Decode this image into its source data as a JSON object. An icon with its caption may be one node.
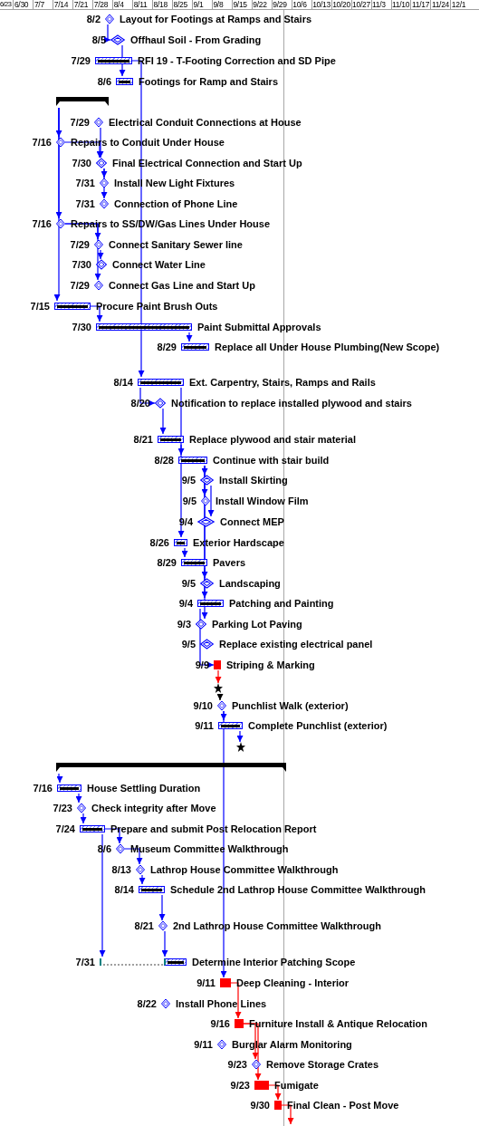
{
  "diagram": {
    "nodes": [
      {
        "text": [
          "Layout for Footings at Ramps and Stairs"
        ],
        "beside": [
          "8/2"
        ]
      },
      {
        "text": [
          "Offhaul Soil - From Grading"
        ],
        "beside": [
          "8/5"
        ]
      },
      {
        "text": [
          "RFI 19 - T-Footing Correction and SD Pipe"
        ],
        "beside": [
          "7/29"
        ]
      },
      {
        "text": [
          "Footings for Ramp and Stairs"
        ],
        "beside": [
          "8/6"
        ]
      },
      {
        "text": [],
        "shape": "bar"
      },
      {
        "text": [
          "Electrical Conduit Connections at House"
        ],
        "beside": [
          "7/29"
        ]
      },
      {
        "text": [
          "Repairs to Conduit Under House"
        ],
        "beside": [
          "7/16"
        ]
      },
      {
        "text": [
          "Final Electrical Connection and Start Up"
        ],
        "beside": [
          "7/30"
        ]
      },
      {
        "text": [
          "Install New Light Fixtures"
        ],
        "beside": [
          "7/31"
        ]
      },
      {
        "text": [
          "Connection of Phone Line"
        ],
        "beside": [
          "7/31"
        ]
      },
      {
        "text": [
          "Repairs to SS/DW/Gas Lines Under House"
        ],
        "beside": [
          "7/16"
        ]
      },
      {
        "text": [
          "Connect Sanitary Sewer line"
        ],
        "beside": [
          "7/29"
        ]
      },
      {
        "text": [
          "Connect Water Line"
        ],
        "beside": [
          "7/30"
        ]
      },
      {
        "text": [
          "Connect Gas Line and Start Up"
        ],
        "beside": [
          "7/29"
        ]
      },
      {
        "text": [
          "Procure Paint Brush Outs"
        ],
        "beside": [
          "7/15"
        ]
      },
      {
        "text": [
          "Paint Submittal Approvals"
        ],
        "beside": [
          "7/30"
        ]
      },
      {
        "text": [
          "Replace all Under House Plumbing(New Scope)"
        ],
        "beside": [
          "8/29"
        ]
      },
      {
        "text": [
          "Ext. Carpentry, Stairs, Ramps and Rails"
        ],
        "beside": [
          "8/14"
        ]
      },
      {
        "text": [
          "Notification to replace installed plywood and stairs"
        ],
        "beside": [
          "8/20"
        ]
      },
      {
        "text": [
          "Replace plywood and stair material"
        ],
        "beside": [
          "8/21"
        ]
      },
      {
        "text": [
          "Continue with stair build"
        ],
        "beside": [
          "8/28"
        ]
      },
      {
        "text": [
          "Install Skirting"
        ],
        "beside": [
          "9/5"
        ]
      },
      {
        "text": [
          "Install Window Film"
        ],
        "beside": [
          "9/5"
        ]
      },
      {
        "text": [
          "Connect MEP"
        ],
        "beside": [
          "9/4"
        ]
      },
      {
        "text": [
          "Exterior Hardscape"
        ],
        "beside": [
          "8/26"
        ]
      },
      {
        "text": [
          "Pavers"
        ],
        "beside": [
          "8/29"
        ]
      },
      {
        "text": [
          "Landscaping"
        ],
        "beside": [
          "9/5"
        ]
      },
      {
        "text": [
          "Patching and Painting"
        ],
        "beside": [
          "9/4"
        ]
      },
      {
        "text": [
          "Parking Lot Paving"
        ],
        "beside": [
          "9/3"
        ]
      },
      {
        "text": [
          "Replace existing electrical panel"
        ],
        "beside": [
          "9/5"
        ]
      },
      {
        "text": [
          "Striping & Marking"
        ],
        "beside": [
          "9/9"
        ]
      },
      {
        "text": [],
        "shape": "star"
      },
      {
        "text": [
          "Punchlist Walk (exterior)"
        ],
        "beside": [
          "9/10"
        ]
      },
      {
        "text": [
          "Complete Punchlist (exterior)"
        ],
        "beside": [
          "9/11"
        ]
      },
      {
        "text": [],
        "shape": "star"
      },
      {
        "text": [],
        "shape": "bar"
      },
      {
        "text": [
          "House Settling Duration"
        ],
        "beside": [
          "7/16"
        ]
      },
      {
        "text": [
          "Check integrity after Move"
        ],
        "beside": [
          "7/23"
        ]
      },
      {
        "text": [
          "Prepare and submit Post Relocation Report"
        ],
        "beside": [
          "7/24"
        ]
      },
      {
        "text": [
          "Museum Committee Walkthrough"
        ],
        "beside": [
          "8/6"
        ]
      },
      {
        "text": [
          "Lathrop House Committee Walkthrough"
        ],
        "beside": [
          "8/13"
        ]
      },
      {
        "text": [
          "Schedule 2nd Lathrop House Committee Walkthrough"
        ],
        "beside": [
          "8/14"
        ]
      },
      {
        "text": [
          "2nd Lathrop House Committee Walkthrough"
        ],
        "beside": [
          "8/21"
        ]
      },
      {
        "text": [
          "Determine Interior Patching Scope"
        ],
        "beside": [
          "7/31"
        ]
      },
      {
        "text": [
          "Deep Cleaning - Interior"
        ],
        "beside": [
          "9/11"
        ]
      },
      {
        "text": [
          "Install Phone Lines"
        ],
        "beside": [
          "8/22"
        ]
      },
      {
        "text": [
          "Furniture Install & Antique Relocation"
        ],
        "beside": [
          "9/16"
        ]
      },
      {
        "text": [
          "Burglar Alarm Monitoring"
        ],
        "beside": [
          "9/11"
        ]
      },
      {
        "text": [
          "Remove Storage Crates"
        ],
        "beside": [
          "9/23"
        ]
      },
      {
        "text": [
          "Fumigate"
        ],
        "beside": [
          "9/23"
        ]
      },
      {
        "text": [
          "Final Clean - Post Move"
        ],
        "beside": [
          "9/30"
        ]
      }
    ],
    "edges": [
      {
        "from": 0,
        "to": 1,
        "arrow": "to"
      },
      {
        "from": 1,
        "to": 3,
        "arrow": "to"
      },
      {
        "from": 2,
        "to": 17,
        "arrow": "to"
      },
      {
        "from": 4,
        "to": 6,
        "arrow": "to"
      },
      {
        "from": 4,
        "to": 10,
        "arrow": "to"
      },
      {
        "from": 4,
        "to": 14,
        "arrow": "to"
      },
      {
        "from": 5,
        "to": 7,
        "arrow": "to"
      },
      {
        "from": 6,
        "to": 7,
        "arrow": "to"
      },
      {
        "from": 7,
        "to": 8,
        "arrow": "to"
      },
      {
        "from": 7,
        "to": 9,
        "arrow": "to"
      },
      {
        "from": 10,
        "to": 11,
        "arrow": "to"
      },
      {
        "from": 11,
        "to": 12,
        "arrow": "to"
      },
      {
        "from": 10,
        "to": 13,
        "arrow": "to"
      },
      {
        "from": 14,
        "to": 15,
        "arrow": "to"
      },
      {
        "from": 15,
        "to": 16,
        "arrow": "to"
      },
      {
        "from": 17,
        "to": 18,
        "arrow": "to"
      },
      {
        "from": 18,
        "to": 19,
        "arrow": "to"
      },
      {
        "from": 19,
        "to": 20,
        "arrow": "to"
      },
      {
        "from": 20,
        "to": 21,
        "arrow": "to"
      },
      {
        "from": 20,
        "to": 22,
        "arrow": "to"
      },
      {
        "from": 21,
        "to": 23,
        "arrow": "to"
      },
      {
        "from": 17,
        "to": 24,
        "arrow": "to"
      },
      {
        "from": 24,
        "to": 25,
        "arrow": "to"
      },
      {
        "from": 25,
        "to": 28,
        "arrow": "to"
      },
      {
        "from": 20,
        "to": 26,
        "arrow": "to"
      },
      {
        "from": 20,
        "to": 27,
        "arrow": "to"
      },
      {
        "from": 27,
        "to": 30,
        "arrow": "to"
      },
      {
        "from": 30,
        "to": 31,
        "arrow": "to",
        "color": "#ff0000"
      },
      {
        "from": 31,
        "to": 32,
        "arrow": "to",
        "color": "#000000"
      },
      {
        "from": 32,
        "to": 33,
        "arrow": "to"
      },
      {
        "from": 33,
        "to": 34,
        "arrow": "to"
      },
      {
        "from": 35,
        "to": 36,
        "arrow": "to"
      },
      {
        "from": 36,
        "to": 37,
        "arrow": "to"
      },
      {
        "from": 37,
        "to": 38,
        "arrow": "to"
      },
      {
        "from": 38,
        "to": 39,
        "arrow": "to"
      },
      {
        "from": 39,
        "to": 40,
        "arrow": "to"
      },
      {
        "from": 40,
        "to": 41,
        "arrow": "to"
      },
      {
        "from": 41,
        "to": 42,
        "arrow": "to"
      },
      {
        "from": 42,
        "to": 43,
        "arrow": "to"
      },
      {
        "from": 38,
        "to": 43,
        "arrow": "to"
      },
      {
        "from": 32,
        "to": 44,
        "arrow": "to"
      },
      {
        "from": 44,
        "to": 46,
        "arrow": "to",
        "color": "#ff0000"
      },
      {
        "from": 46,
        "to": 48,
        "arrow": "to",
        "color": "#ff0000"
      },
      {
        "from": 46,
        "to": 49,
        "arrow": "to",
        "color": "#ff0000"
      },
      {
        "from": 49,
        "to": 50,
        "arrow": "to",
        "color": "#ff0000"
      },
      {
        "from": 50,
        "to": null,
        "arrow": "to",
        "color": "#ff0000"
      }
    ],
    "labels": [
      "6/23",
      "6/30",
      "7/7",
      "7/14",
      "7/21",
      "7/28",
      "8/4",
      "8/11",
      "8/18",
      "8/25",
      "9/1",
      "9/8",
      "9/15",
      "9/22",
      "9/29",
      "10/6",
      "10/13",
      "10/20",
      "10/27",
      "11/3",
      "11/10",
      "11/17",
      "11/24",
      "12/1"
    ]
  }
}
